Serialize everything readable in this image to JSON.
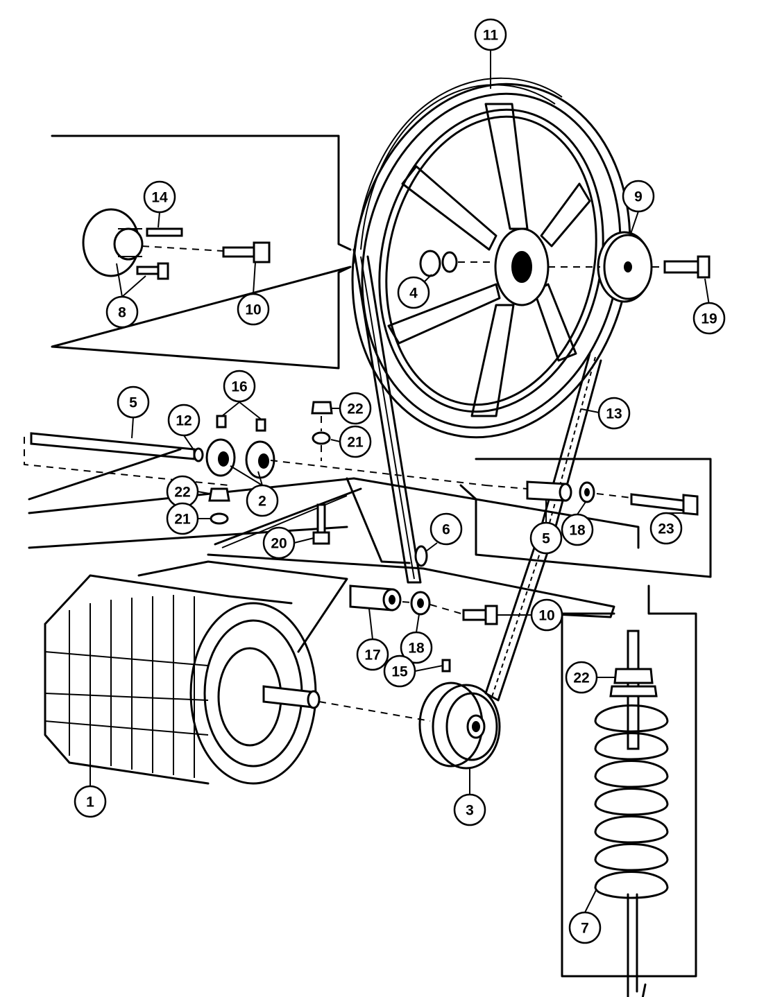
{
  "callouts": [
    {
      "id": "c11a",
      "label": "11"
    },
    {
      "id": "c14",
      "label": "14"
    },
    {
      "id": "c9",
      "label": "9"
    },
    {
      "id": "c4",
      "label": "4"
    },
    {
      "id": "c19",
      "label": "19"
    },
    {
      "id": "c8",
      "label": "8"
    },
    {
      "id": "c10a",
      "label": "10"
    },
    {
      "id": "c16",
      "label": "16"
    },
    {
      "id": "c5a",
      "label": "5"
    },
    {
      "id": "c22a",
      "label": "22"
    },
    {
      "id": "c13",
      "label": "13"
    },
    {
      "id": "c12",
      "label": "12"
    },
    {
      "id": "c21a",
      "label": "21"
    },
    {
      "id": "c22b",
      "label": "22"
    },
    {
      "id": "c2",
      "label": "2"
    },
    {
      "id": "c21b",
      "label": "21"
    },
    {
      "id": "c6",
      "label": "6"
    },
    {
      "id": "c5b",
      "label": "5"
    },
    {
      "id": "c18a",
      "label": "18"
    },
    {
      "id": "c23",
      "label": "23"
    },
    {
      "id": "c20",
      "label": "20"
    },
    {
      "id": "c10b",
      "label": "10"
    },
    {
      "id": "c17",
      "label": "17"
    },
    {
      "id": "c18b",
      "label": "18"
    },
    {
      "id": "c22c",
      "label": "22"
    },
    {
      "id": "c15",
      "label": "15"
    },
    {
      "id": "c1",
      "label": "1"
    },
    {
      "id": "c3",
      "label": "3"
    },
    {
      "id": "c7",
      "label": "7"
    }
  ]
}
